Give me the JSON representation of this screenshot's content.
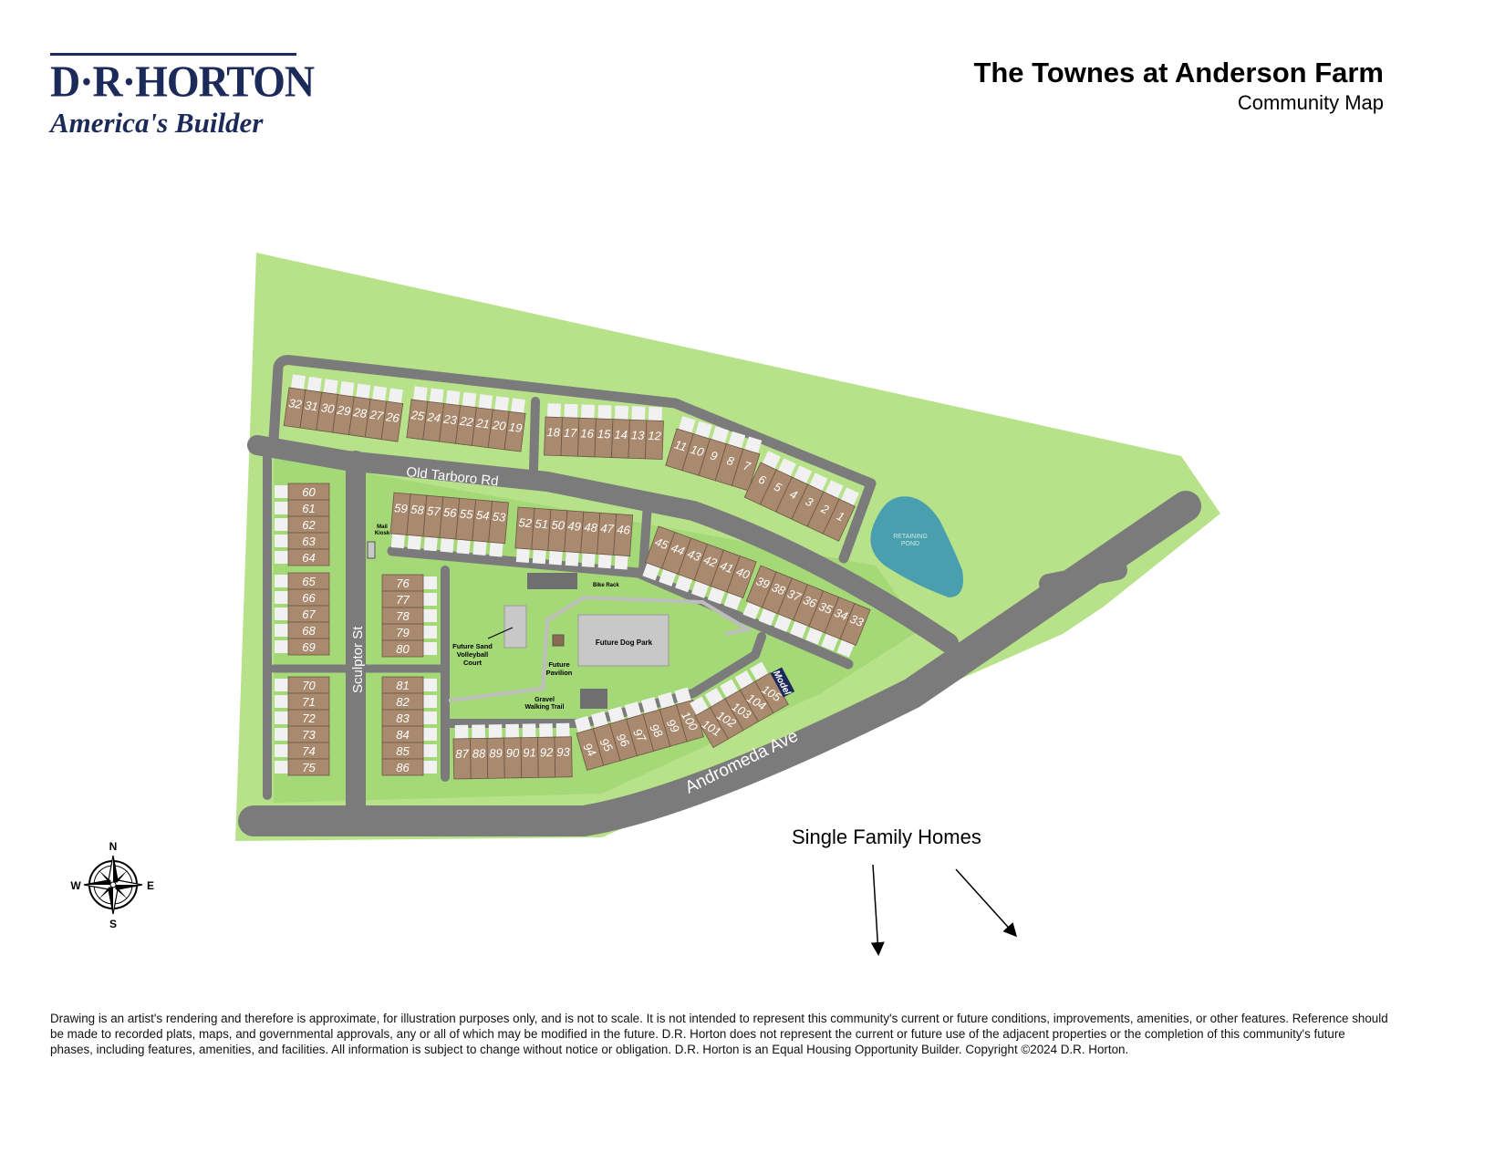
{
  "header": {
    "brand": "D·R·HORTON",
    "tagline": "America's Builder",
    "title": "The Townes at Anderson Farm",
    "subtitle": "Community Map"
  },
  "colors": {
    "grass": "#b8e28a",
    "lawn": "#a5d877",
    "road": "#7b7b7b",
    "lot": "#a98a6e",
    "driveway": "#f1f1f1",
    "pond": "#4a9fae",
    "amenity": "#c8c8c8",
    "model": "#1c2a5a"
  },
  "streets": {
    "old_tarboro": "Old Tarboro Rd",
    "sculptor": "Sculptor St",
    "andromeda": "Andromeda Ave"
  },
  "amenities": {
    "pond": [
      "RETAINING",
      "POND"
    ],
    "mail_kiosk": [
      "Mail",
      "Kiosk"
    ],
    "bike_rack": "Bike Rack",
    "volleyball": [
      "Future Sand",
      "Volleyball",
      "Court"
    ],
    "pavilion": [
      "Future",
      "Pavilion"
    ],
    "dog_park": "Future Dog Park",
    "trail": [
      "Gravel",
      "Walking Trail"
    ],
    "model": "Model"
  },
  "lot_blocks": [
    {
      "id": "A",
      "lots": [
        32,
        31,
        30,
        29,
        28,
        27,
        26
      ]
    },
    {
      "id": "B",
      "lots": [
        25,
        24,
        23,
        22,
        21,
        20,
        19
      ]
    },
    {
      "id": "C",
      "lots": [
        18,
        17,
        16,
        15,
        14,
        13,
        12
      ]
    },
    {
      "id": "D",
      "lots": [
        11,
        10,
        9,
        8,
        7
      ]
    },
    {
      "id": "E",
      "lots": [
        6,
        5,
        4,
        3,
        2,
        1
      ]
    },
    {
      "id": "F",
      "lots": [
        59,
        58,
        57,
        56,
        55,
        54,
        53
      ]
    },
    {
      "id": "G",
      "lots": [
        52,
        51,
        50,
        49,
        48,
        47,
        46
      ]
    },
    {
      "id": "H",
      "lots": [
        45,
        44,
        43,
        42,
        41,
        40
      ]
    },
    {
      "id": "I",
      "lots": [
        39,
        38,
        37,
        36,
        35,
        34,
        33
      ]
    },
    {
      "id": "J",
      "lots": [
        60,
        61,
        62,
        63,
        64
      ]
    },
    {
      "id": "K",
      "lots": [
        65,
        66,
        67,
        68,
        69
      ]
    },
    {
      "id": "L",
      "lots": [
        70,
        71,
        72,
        73,
        74,
        75
      ]
    },
    {
      "id": "M",
      "lots": [
        76,
        77,
        78,
        79,
        80
      ]
    },
    {
      "id": "N",
      "lots": [
        81,
        82,
        83,
        84,
        85,
        86
      ]
    },
    {
      "id": "O",
      "lots": [
        87,
        88,
        89,
        90,
        91,
        92,
        93
      ]
    },
    {
      "id": "P",
      "lots": [
        94,
        95,
        96,
        97,
        98,
        99,
        100
      ]
    },
    {
      "id": "Q",
      "lots": [
        101,
        102,
        103,
        104,
        105
      ]
    }
  ],
  "compass": {
    "n": "N",
    "s": "S",
    "e": "E",
    "w": "W"
  },
  "adjacent": {
    "single_family": "Single Family Homes"
  },
  "disclaimer": "Drawing is an artist's rendering and therefore is approximate, for illustration purposes only, and is not to scale. It is not intended to represent this community's current or future conditions, improvements, amenities, or other features. Reference should be made to recorded plats, maps, and governmental approvals, any or all of which may be modified in the future. D.R. Horton does not represent the current or future use of the adjacent properties or the completion of this community's future phases, including features, amenities, and facilities. All information is subject to change without notice or obligation. D.R. Horton is an Equal Housing Opportunity Builder. Copyright ©2024 D.R. Horton."
}
